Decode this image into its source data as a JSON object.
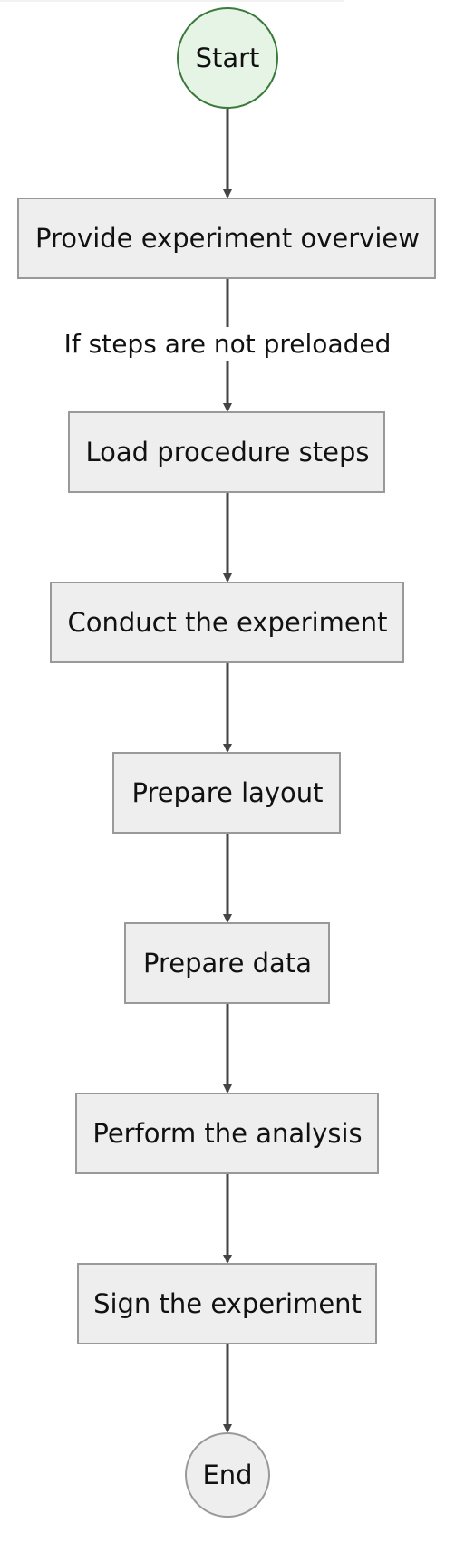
{
  "flowchart": {
    "nodes": [
      {
        "id": "start",
        "label": "Start",
        "shape": "circle"
      },
      {
        "id": "overview",
        "label": "Provide experiment overview",
        "shape": "rect"
      },
      {
        "id": "load",
        "label": "Load procedure steps",
        "shape": "rect"
      },
      {
        "id": "conduct",
        "label": "Conduct the experiment",
        "shape": "rect"
      },
      {
        "id": "layout",
        "label": "Prepare layout",
        "shape": "rect"
      },
      {
        "id": "data",
        "label": "Prepare data",
        "shape": "rect"
      },
      {
        "id": "analysis",
        "label": "Perform the analysis",
        "shape": "rect"
      },
      {
        "id": "sign",
        "label": "Sign the experiment",
        "shape": "rect"
      },
      {
        "id": "end",
        "label": "End",
        "shape": "circle"
      }
    ],
    "edges": [
      {
        "from": "start",
        "to": "overview",
        "label": ""
      },
      {
        "from": "overview",
        "to": "load",
        "label": "If steps are not preloaded"
      },
      {
        "from": "load",
        "to": "conduct",
        "label": ""
      },
      {
        "from": "conduct",
        "to": "layout",
        "label": ""
      },
      {
        "from": "layout",
        "to": "data",
        "label": ""
      },
      {
        "from": "data",
        "to": "analysis",
        "label": ""
      },
      {
        "from": "analysis",
        "to": "sign",
        "label": ""
      },
      {
        "from": "sign",
        "to": "end",
        "label": ""
      }
    ],
    "colors": {
      "start_fill": "#e6f4e6",
      "start_stroke": "#3a7a3a",
      "node_fill": "#eeeeee",
      "node_stroke": "#999999",
      "edge": "#444444"
    }
  }
}
